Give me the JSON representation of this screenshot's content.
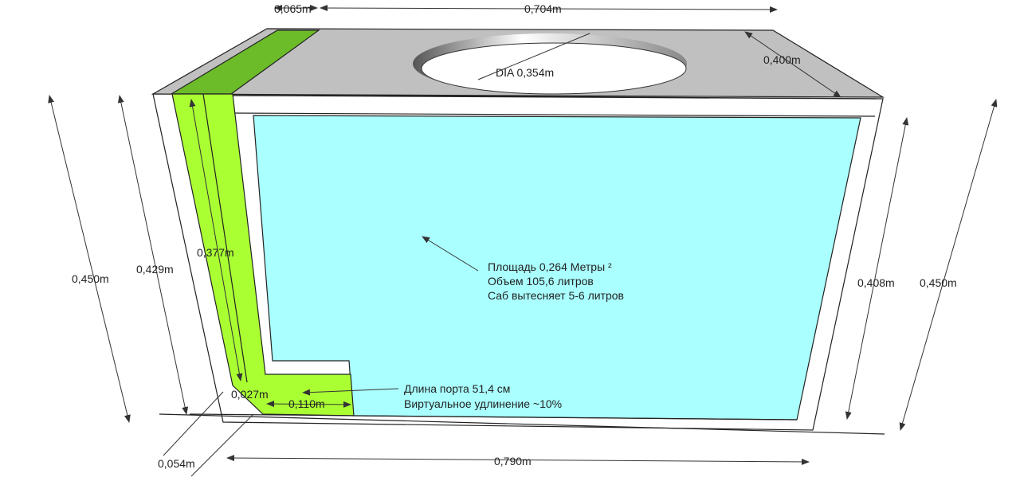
{
  "dimensions": {
    "top_strip": "0,065m",
    "top_width": "0,704m",
    "hole_dia": "DIA 0,354m",
    "top_depth": "0,400m",
    "left_outer_height": "0,450m",
    "left_inner_height": "0,429m",
    "port_height": "0,377m",
    "right_inner_height": "0,408m",
    "right_outer_height": "0,450m",
    "port_corner": "0,027m",
    "port_bottom": "0,110m",
    "port_diag": "0,054m",
    "bottom_width": "0,790m"
  },
  "notes": {
    "area": "Площадь 0,264 Метры ²",
    "volume": "Объем 105,6 литров",
    "sub_displacement": "Саб вытесняет 5-6 литров",
    "port_length": "Длина порта 51,4 см",
    "virtual_extension": "Виртуальное удлинение ~10%"
  },
  "colors": {
    "cyan": "#aaffff",
    "green_light": "#aaff33",
    "green_dark": "#6cbb28",
    "gray": "#c0c0c0"
  }
}
